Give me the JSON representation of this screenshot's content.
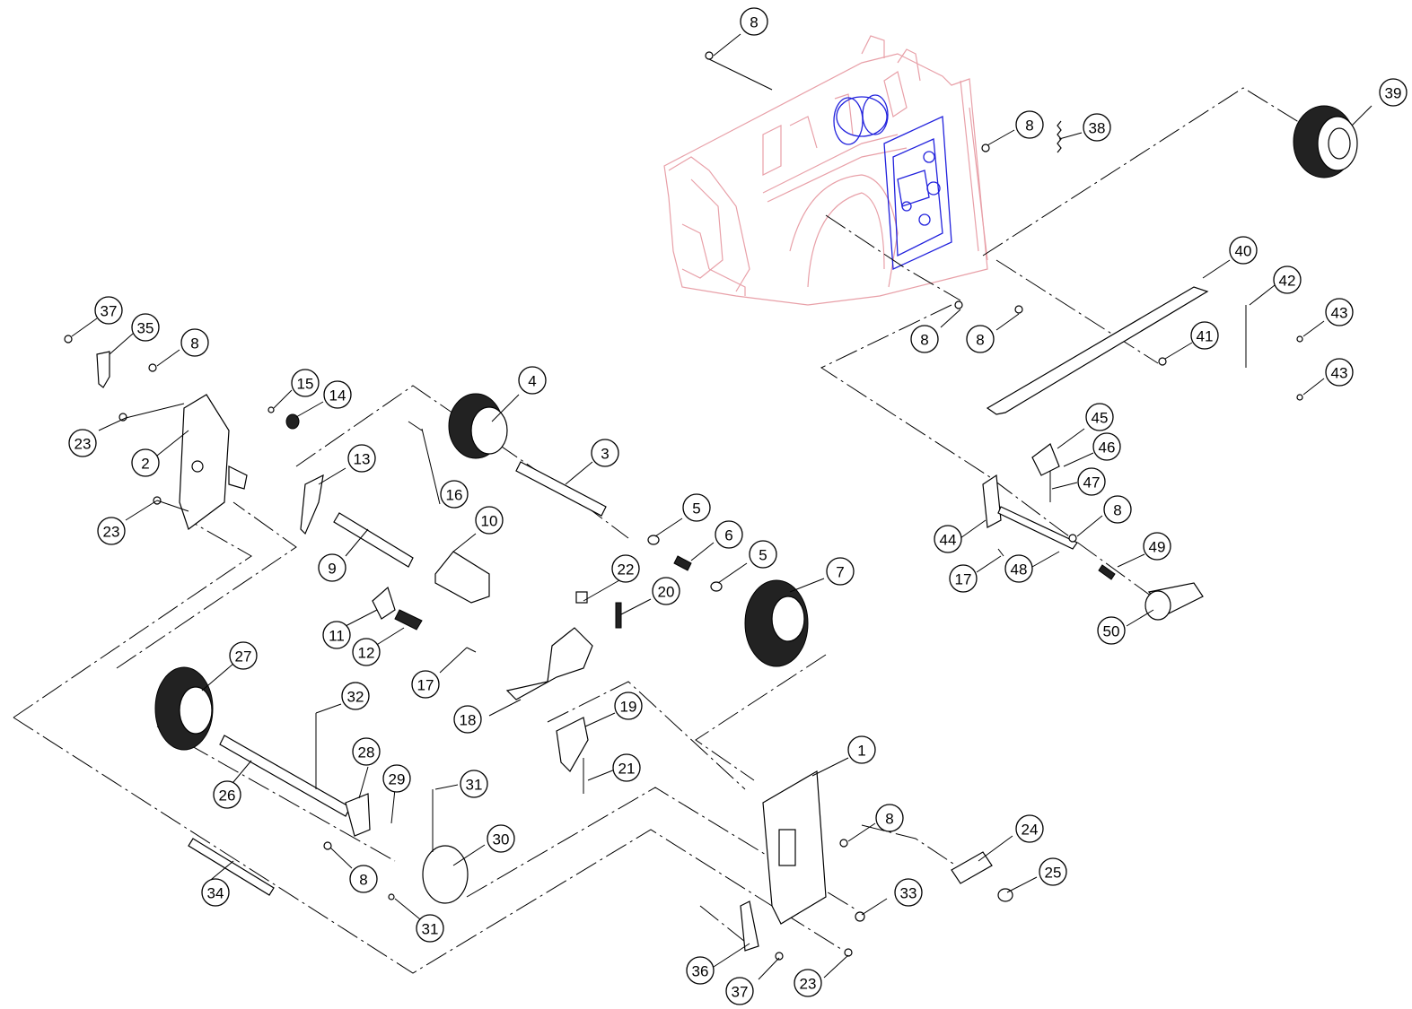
{
  "diagram": {
    "type": "exploded parts diagram",
    "colors": {
      "frame": "#e8a0a8",
      "highlight_assembly": "#2222dd",
      "lines": "#000000"
    }
  },
  "callouts": [
    {
      "id": "c1",
      "label": "1"
    },
    {
      "id": "c2",
      "label": "2"
    },
    {
      "id": "c3",
      "label": "3"
    },
    {
      "id": "c4",
      "label": "4"
    },
    {
      "id": "c5a",
      "label": "5"
    },
    {
      "id": "c5b",
      "label": "5"
    },
    {
      "id": "c6",
      "label": "6"
    },
    {
      "id": "c7",
      "label": "7"
    },
    {
      "id": "c8a",
      "label": "8"
    },
    {
      "id": "c8b",
      "label": "8"
    },
    {
      "id": "c8c",
      "label": "8"
    },
    {
      "id": "c8d",
      "label": "8"
    },
    {
      "id": "c8e",
      "label": "8"
    },
    {
      "id": "c8f",
      "label": "8"
    },
    {
      "id": "c8g",
      "label": "8"
    },
    {
      "id": "c8h",
      "label": "8"
    },
    {
      "id": "c9",
      "label": "9"
    },
    {
      "id": "c10",
      "label": "10"
    },
    {
      "id": "c11",
      "label": "11"
    },
    {
      "id": "c12",
      "label": "12"
    },
    {
      "id": "c13",
      "label": "13"
    },
    {
      "id": "c14",
      "label": "14"
    },
    {
      "id": "c15",
      "label": "15"
    },
    {
      "id": "c16",
      "label": "16"
    },
    {
      "id": "c17a",
      "label": "17"
    },
    {
      "id": "c17b",
      "label": "17"
    },
    {
      "id": "c18",
      "label": "18"
    },
    {
      "id": "c19",
      "label": "19"
    },
    {
      "id": "c20",
      "label": "20"
    },
    {
      "id": "c21",
      "label": "21"
    },
    {
      "id": "c22",
      "label": "22"
    },
    {
      "id": "c23a",
      "label": "23"
    },
    {
      "id": "c23b",
      "label": "23"
    },
    {
      "id": "c23c",
      "label": "23"
    },
    {
      "id": "c24",
      "label": "24"
    },
    {
      "id": "c25",
      "label": "25"
    },
    {
      "id": "c26",
      "label": "26"
    },
    {
      "id": "c27",
      "label": "27"
    },
    {
      "id": "c28",
      "label": "28"
    },
    {
      "id": "c29",
      "label": "29"
    },
    {
      "id": "c30",
      "label": "30"
    },
    {
      "id": "c31a",
      "label": "31"
    },
    {
      "id": "c31b",
      "label": "31"
    },
    {
      "id": "c32",
      "label": "32"
    },
    {
      "id": "c33",
      "label": "33"
    },
    {
      "id": "c34",
      "label": "34"
    },
    {
      "id": "c35",
      "label": "35"
    },
    {
      "id": "c36",
      "label": "36"
    },
    {
      "id": "c37a",
      "label": "37"
    },
    {
      "id": "c37b",
      "label": "37"
    },
    {
      "id": "c38",
      "label": "38"
    },
    {
      "id": "c39",
      "label": "39"
    },
    {
      "id": "c40",
      "label": "40"
    },
    {
      "id": "c41",
      "label": "41"
    },
    {
      "id": "c42",
      "label": "42"
    },
    {
      "id": "c43a",
      "label": "43"
    },
    {
      "id": "c43b",
      "label": "43"
    },
    {
      "id": "c44",
      "label": "44"
    },
    {
      "id": "c45",
      "label": "45"
    },
    {
      "id": "c46",
      "label": "46"
    },
    {
      "id": "c47",
      "label": "47"
    },
    {
      "id": "c48",
      "label": "48"
    },
    {
      "id": "c49",
      "label": "49"
    },
    {
      "id": "c50",
      "label": "50"
    }
  ]
}
